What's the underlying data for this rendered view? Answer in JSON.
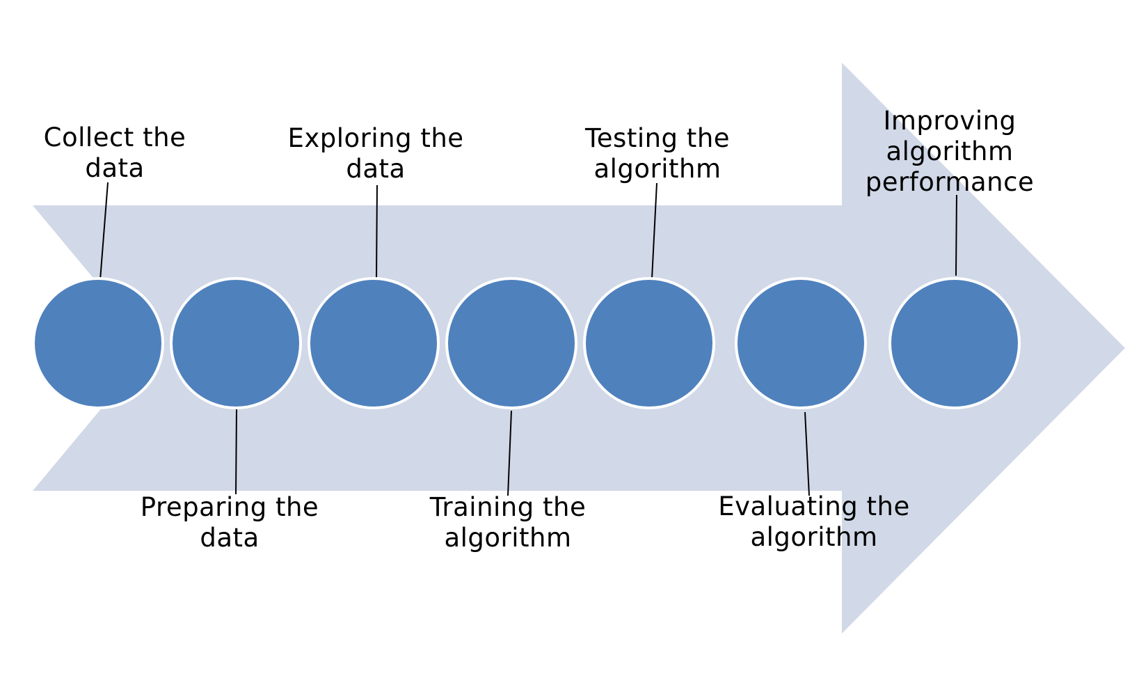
{
  "diagram": {
    "colors": {
      "arrow": "#D1D8E7",
      "node_fill": "#4F81BD",
      "node_stroke": "#FFFFFF",
      "connector": "#000000",
      "text": "#000000"
    },
    "steps": [
      {
        "id": "collect",
        "lines": [
          "Collect the",
          "data"
        ]
      },
      {
        "id": "preparing",
        "lines": [
          "Preparing the",
          "data"
        ]
      },
      {
        "id": "exploring",
        "lines": [
          "Exploring the",
          "data"
        ]
      },
      {
        "id": "training",
        "lines": [
          "Training the",
          "algorithm"
        ]
      },
      {
        "id": "testing",
        "lines": [
          "Testing the",
          "algorithm"
        ]
      },
      {
        "id": "evaluating",
        "lines": [
          "Evaluating the",
          "algorithm"
        ]
      },
      {
        "id": "improving",
        "lines": [
          "Improving",
          "algorithm",
          "performance"
        ]
      }
    ]
  }
}
